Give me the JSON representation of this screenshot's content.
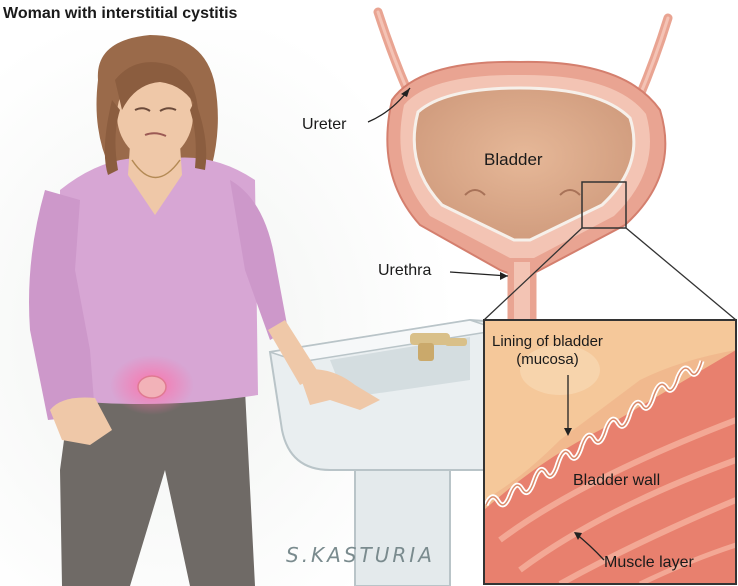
{
  "title": "Woman with interstitial cystitis",
  "labels": {
    "ureter": "Ureter",
    "bladder": "Bladder",
    "urethra": "Urethra",
    "lining_line1": "Lining of bladder",
    "lining_line2": "(mucosa)",
    "bladder_wall": "Bladder wall",
    "muscle_layer": "Muscle layer"
  },
  "signature": "S.KASTURIA",
  "colors": {
    "shirt": "#d7a6d4",
    "pants": "#6f6a66",
    "skin": "#efc8a8",
    "hair": "#9a6a4a",
    "bladder_outer": "#e9a492",
    "bladder_inner": "#d9a78a",
    "muscle": "#e8806e",
    "sink": "#eef2f4",
    "inset_border": "#333333"
  }
}
